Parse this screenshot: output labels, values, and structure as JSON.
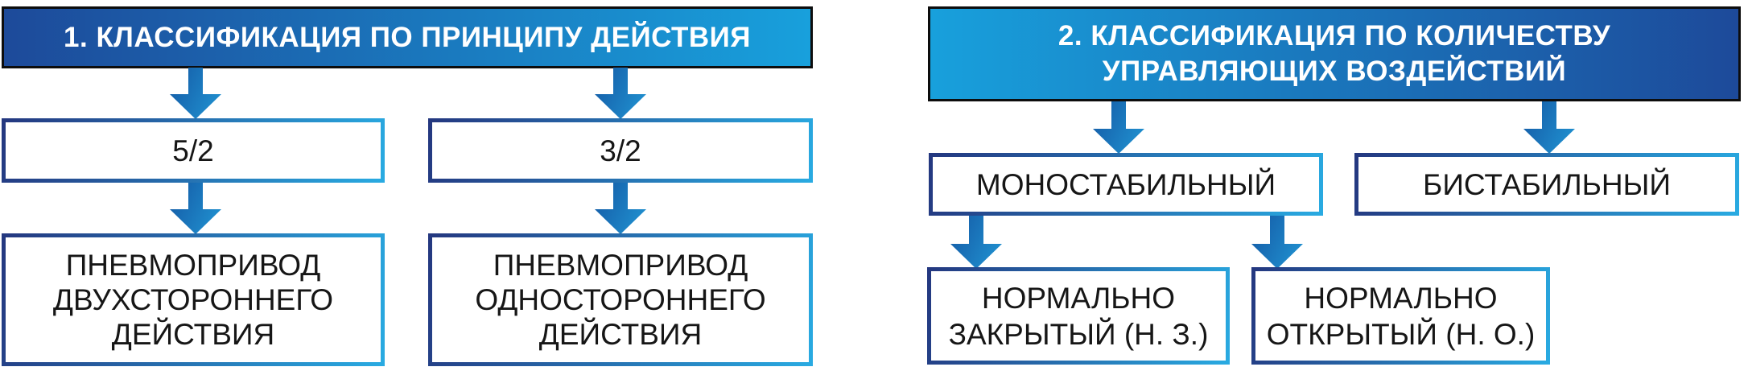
{
  "theme": {
    "dark_blue": "#1d4a9a",
    "light_blue": "#18a0dc",
    "box_border_dark": "#24377f",
    "box_border_light": "#29abe2",
    "arrow_dark": "#1458a4",
    "arrow_light": "#2196d4",
    "header_border": "#0d0d0d",
    "text_white": "#ffffff",
    "text_black": "#161616",
    "background": "#ffffff"
  },
  "chart1": {
    "title": "1. КЛАССИФИКАЦИЯ ПО ПРИНЦИПУ ДЕЙСТВИЯ",
    "level1": [
      {
        "label": "5/2"
      },
      {
        "label": "3/2"
      }
    ],
    "level2": [
      {
        "lines": [
          "ПНЕВМОПРИВОД",
          "ДВУХСТОРОННЕГО",
          "ДЕЙСТВИЯ"
        ]
      },
      {
        "lines": [
          "ПНЕВМОПРИВОД",
          "ОДНОСТОРОННЕГО",
          "ДЕЙСТВИЯ"
        ]
      }
    ]
  },
  "chart2": {
    "title_lines": [
      "2. КЛАССИФИКАЦИЯ ПО КОЛИЧЕСТВУ",
      "УПРАВЛЯЮЩИХ ВОЗДЕЙСТВИЙ"
    ],
    "level1": [
      {
        "label": "МОНОСТАБИЛЬНЫЙ"
      },
      {
        "label": "БИСТАБИЛЬНЫЙ"
      }
    ],
    "level2": [
      {
        "lines": [
          "НОРМАЛЬНО",
          "ЗАКРЫТЫЙ (Н. З.)"
        ]
      },
      {
        "lines": [
          "НОРМАЛЬНО",
          "ОТКРЫТЫЙ (Н. О.)"
        ]
      }
    ]
  }
}
